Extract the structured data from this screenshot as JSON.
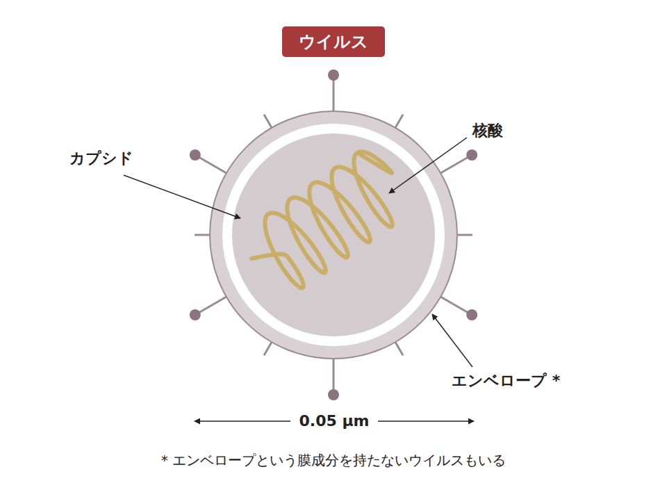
{
  "diagram": {
    "title": "ウイルス",
    "caption": "* エンベロープという膜成分を持たないウイルスもいる",
    "labels": [
      "カプシド",
      "核酸",
      "エンベロープ *",
      "0.05 μm"
    ]
  }
}
